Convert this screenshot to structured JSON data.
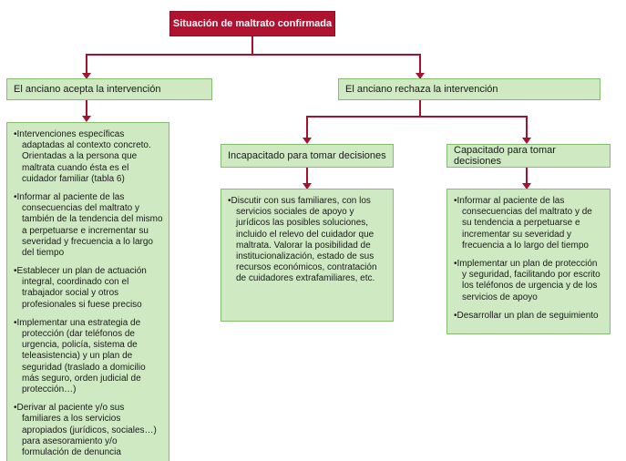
{
  "colors": {
    "accent": "#a3122e",
    "root_fill": "#b01230",
    "root_text": "#ffffff",
    "node_fill": "#cfe9c2",
    "node_border": "#84bd70",
    "text": "#1a1a1a"
  },
  "flowchart": {
    "root": "Situación de maltrato confirmada",
    "accept": {
      "label": "El anciano acepta la intervención",
      "actions": [
        "Intervenciones específicas adaptadas al contexto concreto. Orientadas a la persona que maltrata cuando ésta es el cuidador familiar (tabla 6)",
        "Informar al paciente de las consecuencias del maltrato y también de la tendencia del mismo a perpetuarse e incrementar su severidad y frecuencia a lo largo del tiempo",
        "Establecer un plan de actuación integral, coordinado con el trabajador social y otros profesionales si fuese preciso",
        "Implementar una estrategia de protección (dar teléfonos de urgencia, policía, sistema de teleasistencia) y un plan de seguridad (traslado a domicilio más seguro, orden judicial de protección…)",
        "Derivar al paciente y/o sus familiares a los servicios apropiados (jurídicos, sociales…) para asesoramiento y/o formulación de denuncia"
      ]
    },
    "reject": {
      "label": "El anciano rechaza la intervención",
      "incapacitated": {
        "label": "Incapacitado para tomar decisiones",
        "actions": [
          "Discutir con sus familiares, con los servicios sociales de apoyo y jurídicos las posibles soluciones, incluido el relevo del cuidador que maltrata. Valorar la posibilidad de institucionalización, estado de sus recursos económicos, contratación de cuidadores extrafamiliares, etc."
        ]
      },
      "capacitated": {
        "label": "Capacitado para tomar decisiones",
        "actions": [
          "Informar al paciente de las consecuencias del maltrato y de su tendencia a perpetuarse e incrementar su severidad y frecuencia a lo largo del tiempo",
          "Implementar un plan de protección y seguridad, facilitando por escrito los teléfonos de urgencia y de los servicios de apoyo",
          "Desarrollar un plan de seguimiento"
        ]
      }
    }
  }
}
